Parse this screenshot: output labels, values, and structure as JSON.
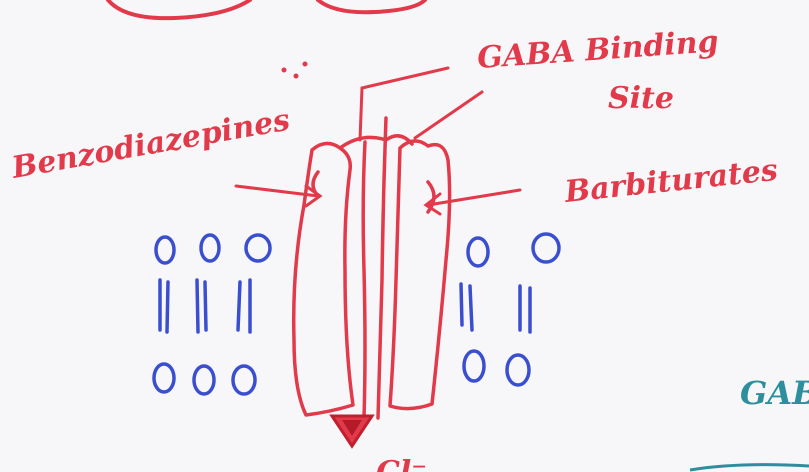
{
  "labels": {
    "gaba_binding_site_line1": "GABA Binding",
    "gaba_binding_site_line2": "Site",
    "benzodiazepines": "Benzodiazepines",
    "barbiturates": "Barbiturates",
    "chloride_partial": "Cl⁻",
    "teal_partial": "GAB"
  },
  "colors": {
    "receptor_ink": "#e23a4a",
    "membrane_ink": "#3a4fd0",
    "annotation_ink": "#2d8f9e",
    "paper": "#f7f7f9"
  }
}
